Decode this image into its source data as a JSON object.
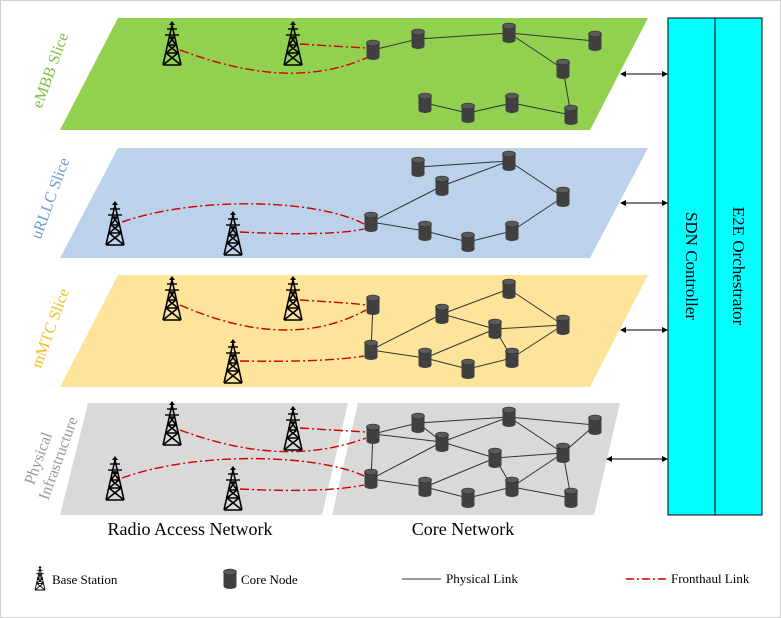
{
  "slices": [
    {
      "id": "embb",
      "label": "eMBB Slice",
      "fill": "#92d050",
      "label_color": "#7cc142"
    },
    {
      "id": "urllc",
      "label": "uRLLC Slice",
      "fill": "#bcd1ea",
      "label_color": "#6a9ccf"
    },
    {
      "id": "mmtc",
      "label": "mMTC Slice",
      "fill": "#fde49a",
      "label_color": "#f0c020"
    },
    {
      "id": "physical",
      "label_lines": [
        "Physical",
        "Infrastructure"
      ],
      "fill": "#d9d9d9",
      "label_color": "#9a9a9a"
    }
  ],
  "controllers": {
    "sdn": {
      "label": "SDN Controller",
      "fill": "#00ffff"
    },
    "orchestrator": {
      "label": "E2E Orchestrator",
      "fill": "#00ffff"
    }
  },
  "sections": {
    "ran": "Radio Access Network",
    "core": "Core Network"
  },
  "legend": {
    "base_station": "Base Station",
    "core_node": "Core Node",
    "physical_link": "Physical Link",
    "fronthaul_link": "Fronthaul Link"
  },
  "colors": {
    "physical_link": "#333333",
    "fronthaul_link": "#cc0000",
    "node": "#404040",
    "tower": "#000000"
  }
}
